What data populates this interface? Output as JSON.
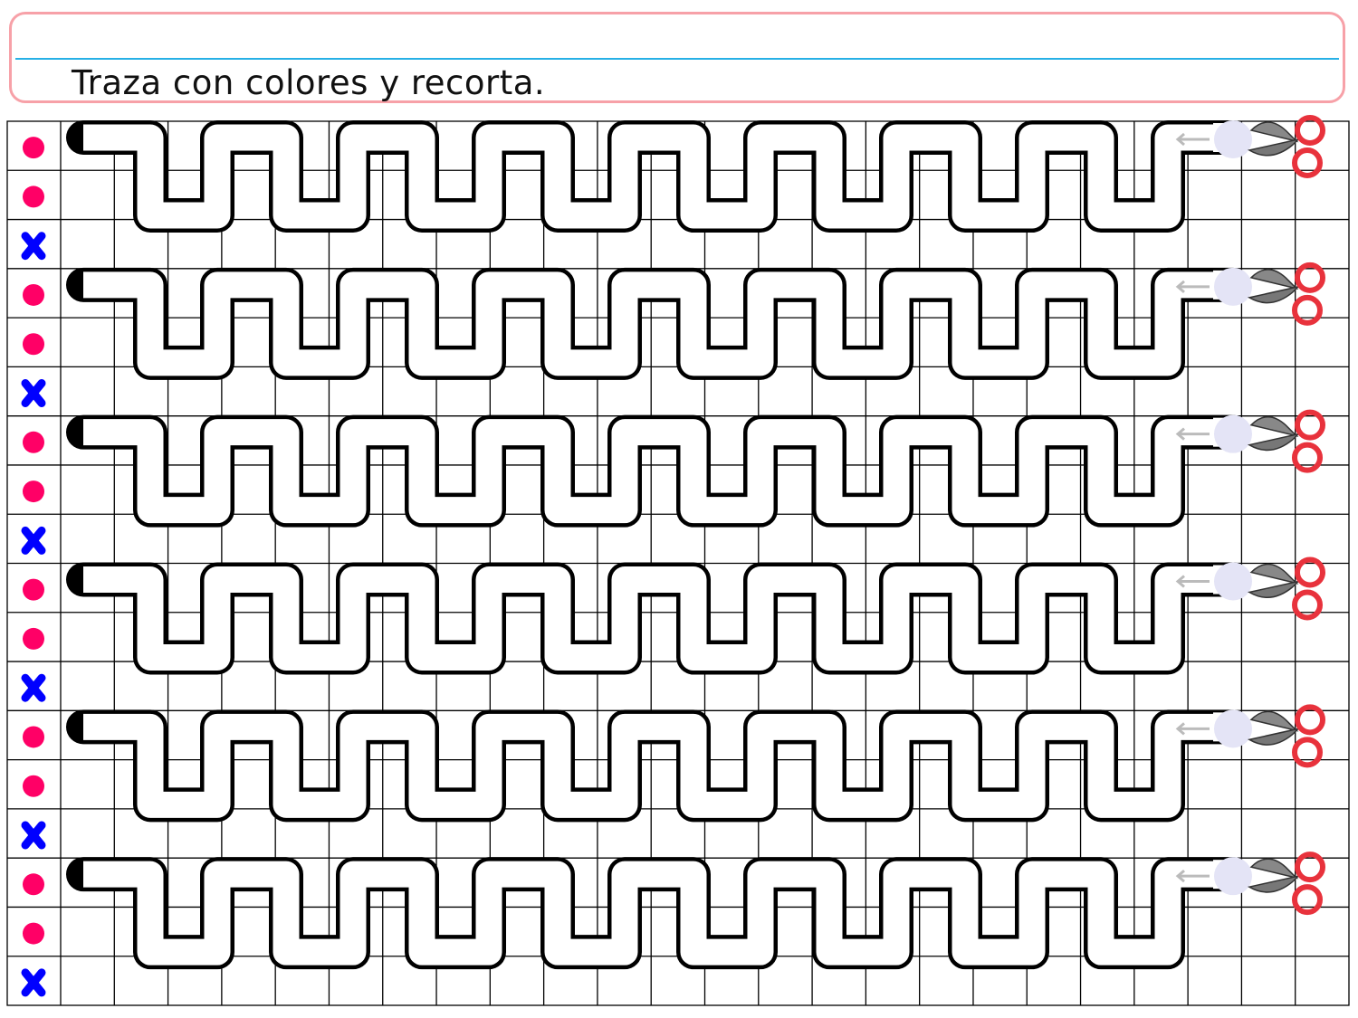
{
  "header": {
    "title": "Traza con colores y recorta."
  },
  "worksheet": {
    "strip_count": 6,
    "row_markers": [
      "dot",
      "dot",
      "x"
    ],
    "colors": {
      "dot": "#ff0066",
      "x": "#0000ff",
      "header_border": "#f7a1a8",
      "header_rule": "#27b0e6",
      "start_circle": "#e4e4f6",
      "scissors_handle": "#e8323c"
    },
    "icons": [
      "start-arrow-icon",
      "scissors-icon"
    ]
  }
}
